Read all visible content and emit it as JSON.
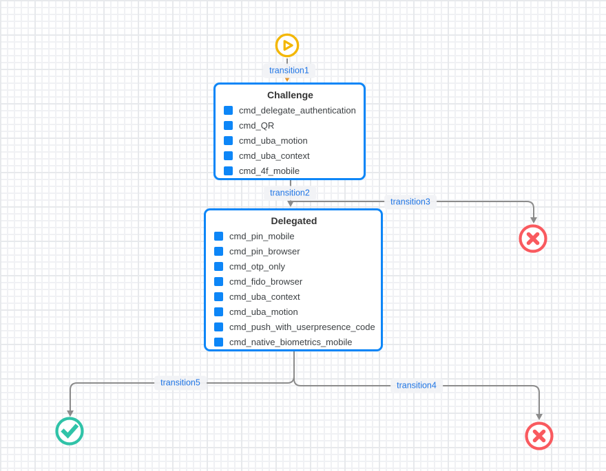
{
  "diagram": {
    "kind": "authentication-flow-state-diagram",
    "colors": {
      "state_accent_blue": "#0d86f7",
      "transition_text_blue": "#2176e5",
      "connector_gray": "#8b8b8b",
      "start_yellow": "#f3b705",
      "success_green": "#30c3a8",
      "error_red": "#f95a5f",
      "start_arrow_orange": "#e2952f"
    },
    "icons": {
      "start": "play-icon",
      "success": "check-icon",
      "failure": "x-icon"
    },
    "transitions": {
      "t1": "transition1",
      "t2": "transition2",
      "t3": "transition3",
      "t4": "transition4",
      "t5": "transition5"
    },
    "states": {
      "challenge": {
        "title": "Challenge",
        "items": [
          "cmd_delegate_authentication",
          "cmd_QR",
          "cmd_uba_motion",
          "cmd_uba_context",
          "cmd_4f_mobile"
        ]
      },
      "delegated": {
        "title": "Delegated",
        "items": [
          "cmd_pin_mobile",
          "cmd_pin_browser",
          "cmd_otp_only",
          "cmd_fido_browser",
          "cmd_uba_context",
          "cmd_uba_motion",
          "cmd_push_with_userpresence_code",
          "cmd_native_biometrics_mobile"
        ]
      }
    }
  }
}
